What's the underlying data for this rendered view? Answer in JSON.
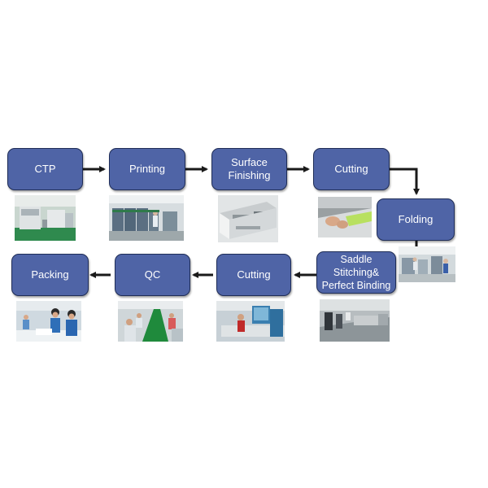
{
  "steps": [
    {
      "id": "ctp",
      "label": "CTP"
    },
    {
      "id": "printing",
      "label": "Printing"
    },
    {
      "id": "surface-finishing",
      "label": "Surface Finishing"
    },
    {
      "id": "cutting-1",
      "label": "Cutting"
    },
    {
      "id": "folding",
      "label": "Folding"
    },
    {
      "id": "saddle-stitching",
      "label": "Saddle Stitching&\nPerfect Binding"
    },
    {
      "id": "cutting-2",
      "label": "Cutting"
    },
    {
      "id": "qc",
      "label": "QC"
    },
    {
      "id": "packing",
      "label": "Packing"
    }
  ],
  "colors": {
    "box_fill": "#4f64a6",
    "box_border": "#1f2d57",
    "box_text": "#ffffff",
    "arrow": "#1a1a1a"
  }
}
